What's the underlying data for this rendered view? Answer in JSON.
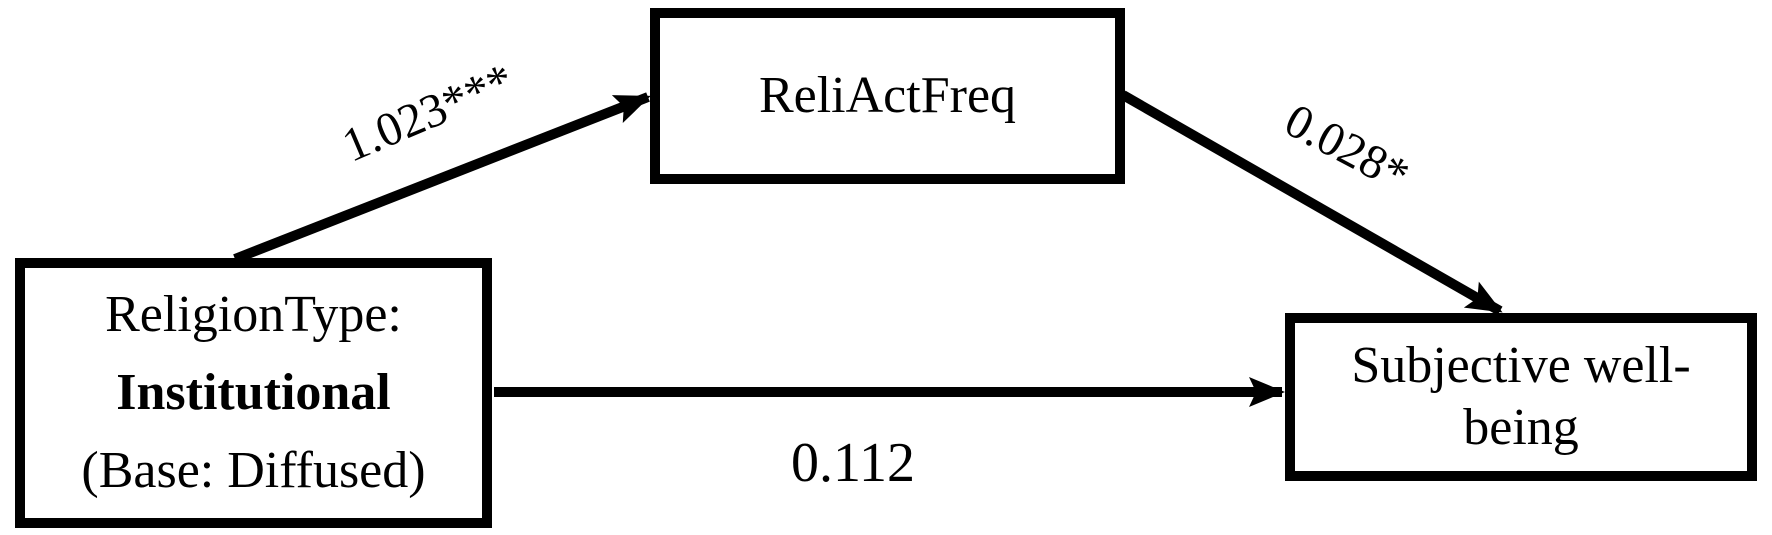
{
  "nodes": {
    "predictor": {
      "line1": "ReligionType:",
      "line2": "Institutional",
      "line3": "(Base: Diffused)"
    },
    "mediator": {
      "label": "ReliActFreq"
    },
    "outcome": {
      "line1": "Subjective well-",
      "line2": "being"
    }
  },
  "edges": {
    "predictor_to_mediator": {
      "label": "1.023***"
    },
    "mediator_to_outcome": {
      "label": "0.028*"
    },
    "predictor_to_outcome": {
      "label": "0.112"
    }
  },
  "colors": {
    "ink": "#000000",
    "background": "#ffffff"
  }
}
